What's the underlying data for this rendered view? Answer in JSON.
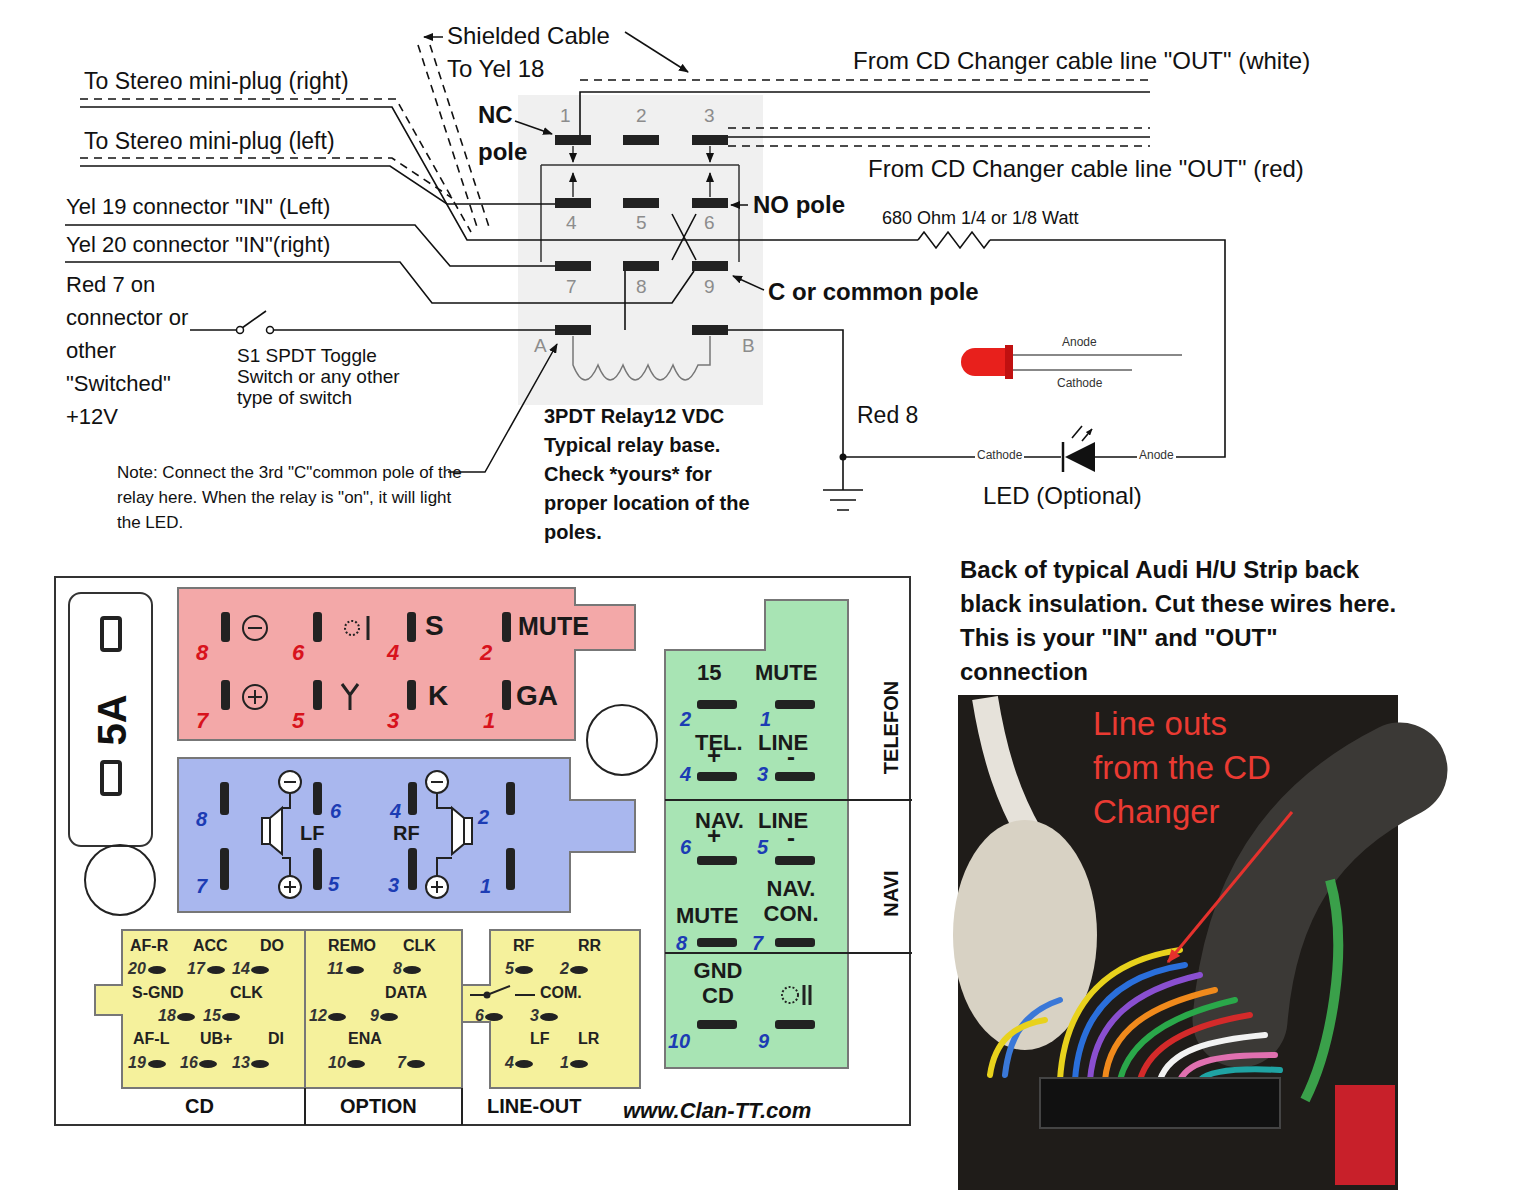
{
  "diagram": {
    "nodes": [
      {
        "text": [
          "1",
          "2",
          "3",
          "4",
          "5",
          "6",
          "7",
          "8",
          "9",
          "A",
          "B"
        ]
      },
      {
        "text": [
          "www.Clan-TT.com"
        ]
      },
      {
        "text": [
          "5A"
        ],
        "in": 1
      },
      {
        "text": [
          "8",
          "6",
          "4",
          "S",
          "2",
          "MUTE",
          "7",
          "5",
          "3",
          "K",
          "1",
          "GA"
        ],
        "in": 1
      },
      {
        "text": [
          "8",
          "6",
          "4",
          "2",
          "LF",
          "RF",
          "7",
          "5",
          "3",
          "1"
        ],
        "in": 1
      },
      {
        "text": [
          "15",
          "MUTE",
          "2",
          "1",
          "TEL.",
          "LINE",
          "4",
          "+",
          "3",
          "-",
          "TELEFON"
        ],
        "in": 1
      },
      {
        "text": [
          "NAV.",
          "LINE",
          "6",
          "+",
          "5",
          "-",
          "MUTE",
          "NAV. CON.",
          "8",
          "7",
          "NAVI"
        ],
        "in": 1
      },
      {
        "text": [
          "GND CD",
          "10",
          "9"
        ],
        "in": 1
      },
      {
        "text": [
          "AF-R",
          "ACC",
          "DO",
          "20",
          "17",
          "14",
          "S-GND",
          "CLK",
          "18",
          "15",
          "AF-L",
          "UB+",
          "DI",
          "19",
          "16",
          "13",
          "CD"
        ],
        "in": 1
      },
      {
        "text": [
          "REMO",
          "CLK",
          "11",
          "8",
          "DATA",
          "12",
          "9",
          "ENA",
          "10",
          "7",
          "OPTION"
        ],
        "in": 1
      },
      {
        "text": [
          "RF",
          "RR",
          "5",
          "2",
          "COM.",
          "6",
          "3",
          "LF",
          "LR",
          "4",
          "1",
          "LINE-OUT"
        ],
        "in": 1
      }
    ],
    "labels": [
      "Shielded Cable",
      "To Yel 18",
      "To Stereo mini-plug (right)",
      "From CD Changer cable line \"OUT\" (white)",
      "NC pole",
      "To Stereo mini-plug (left)",
      "From CD Changer cable line \"OUT\" (red)",
      "Yel 19 connector \"IN\" (Left)",
      "NO pole",
      "680 Ohm 1/4 or 1/8 Watt",
      "Yel 20 connector \"IN\"(right)",
      "Red 7 on connector or other \"Switched\" +12V",
      "C or common pole",
      "S1 SPDT Toggle Switch or any other type of switch",
      "Anode",
      "Cathode",
      "Red 8",
      "3PDT Relay12 VDC Typical relay base. Check *yours* for proper location of the poles.",
      "Cathode",
      "Anode",
      "Note: Connect the 3rd \"C\"common pole of the relay here. When the relay is \"on\", it will light the LED.",
      "LED (Optional)",
      "Back of typical Audi H/U Strip back black insulation. Cut these wires here. This is your \"IN\" and \"OUT\" connection",
      "Line outs from the CD Changer"
    ]
  }
}
